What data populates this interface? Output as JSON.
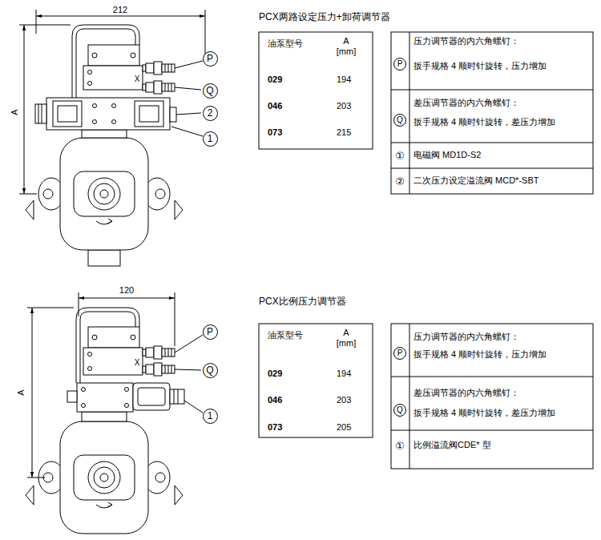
{
  "diagram": {
    "nodes": [
      {
        "text": [
          "P"
        ]
      },
      {
        "text": [
          "Q"
        ]
      },
      {
        "text": [
          "2"
        ]
      },
      {
        "text": [
          "1"
        ]
      },
      {
        "text": [
          "P"
        ]
      },
      {
        "text": [
          "Q"
        ]
      },
      {
        "text": [
          "1"
        ]
      }
    ],
    "labels": [
      "212",
      "A",
      "X",
      "PCX两路设定压力+卸荷调节器",
      "油泵型号",
      "A [mm]",
      "029",
      "194",
      "046",
      "203",
      "073",
      "215",
      "P",
      "压力调节器的内六角螺钉：",
      "扳手规格 4 顺时针旋转，压力增加",
      "Q",
      "差压调节器的内六角螺钉：",
      "扳手规格 4 顺时针旋转，差压力增加",
      "①",
      "电磁阀 MD1D-S2",
      "②",
      "二次压力设定溢流阀 MCD*-SBT",
      "120",
      "A",
      "X",
      "PCX比例压力调节器",
      "油泵型号",
      "A [mm]",
      "029",
      "194",
      "046",
      "203",
      "073",
      "205",
      "P",
      "压力调节器的内六角螺钉：",
      "扳手规格 4 顺时针旋转，压力增加",
      "Q",
      "差压调节器的内六角螺钉：",
      "扳手规格 4 顺时针旋转，差压力增加",
      "①",
      "比例溢流阀CDE* 型"
    ]
  }
}
